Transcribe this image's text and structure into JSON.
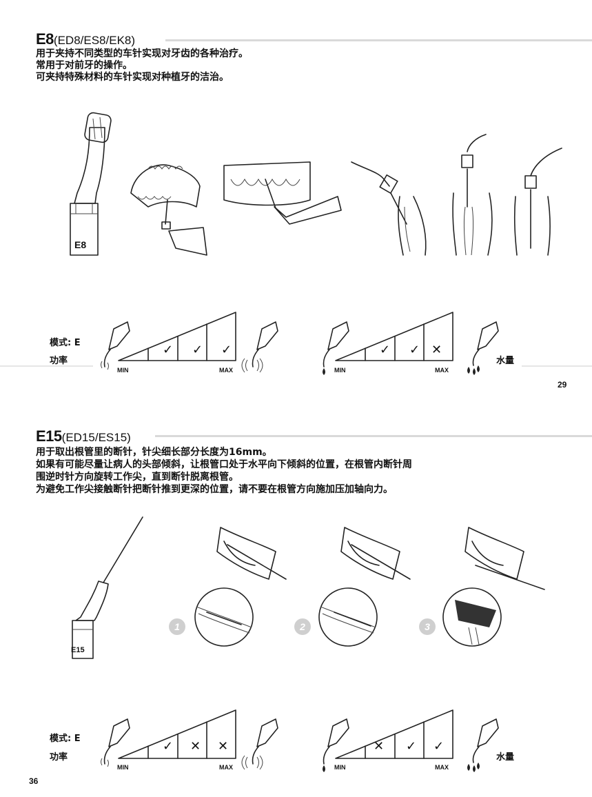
{
  "sections": [
    {
      "code": "E8",
      "variants": "(ED8/ES8/EK8)",
      "lines": [
        "用于夹持不同类型的车针实现对牙齿的各种治疗。",
        "常用于对前牙的操作。",
        "可夹持特殊材料的车针实现对种植牙的洁治。"
      ],
      "tip_label": "E8",
      "mode_label": "模式: E",
      "power_label": "功率",
      "water_label": "水量",
      "min_label": "MIN",
      "max_label": "MAX",
      "power_marks": [
        "",
        "✓",
        "✓",
        "✓"
      ],
      "water_marks": [
        "",
        "✓",
        "✓",
        "✕"
      ],
      "page_number": "29"
    },
    {
      "code": "E15",
      "variants": "(ED15/ES15)",
      "lines": [
        "用于取出根管里的断针，针尖细长部分长度为16mm。",
        "如果有可能尽量让病人的头部倾斜，让根管口处于水平向下倾斜的位置，在根管内断针周",
        "围逆时针方向旋转工作尖，直到断针脱离根管。",
        "为避免工作尖接触断针把断针推到更深的位置，请不要在根管方向施加压加轴向力。"
      ],
      "tip_label": "E15",
      "steps": [
        "1",
        "2",
        "3"
      ],
      "mode_label": "模式: E",
      "power_label": "功率",
      "water_label": "水量",
      "min_label": "MIN",
      "max_label": "MAX",
      "power_marks": [
        "",
        "✓",
        "✕",
        "✕"
      ],
      "water_marks": [
        "",
        "✕",
        "✓",
        "✓"
      ],
      "page_number": "36"
    }
  ]
}
